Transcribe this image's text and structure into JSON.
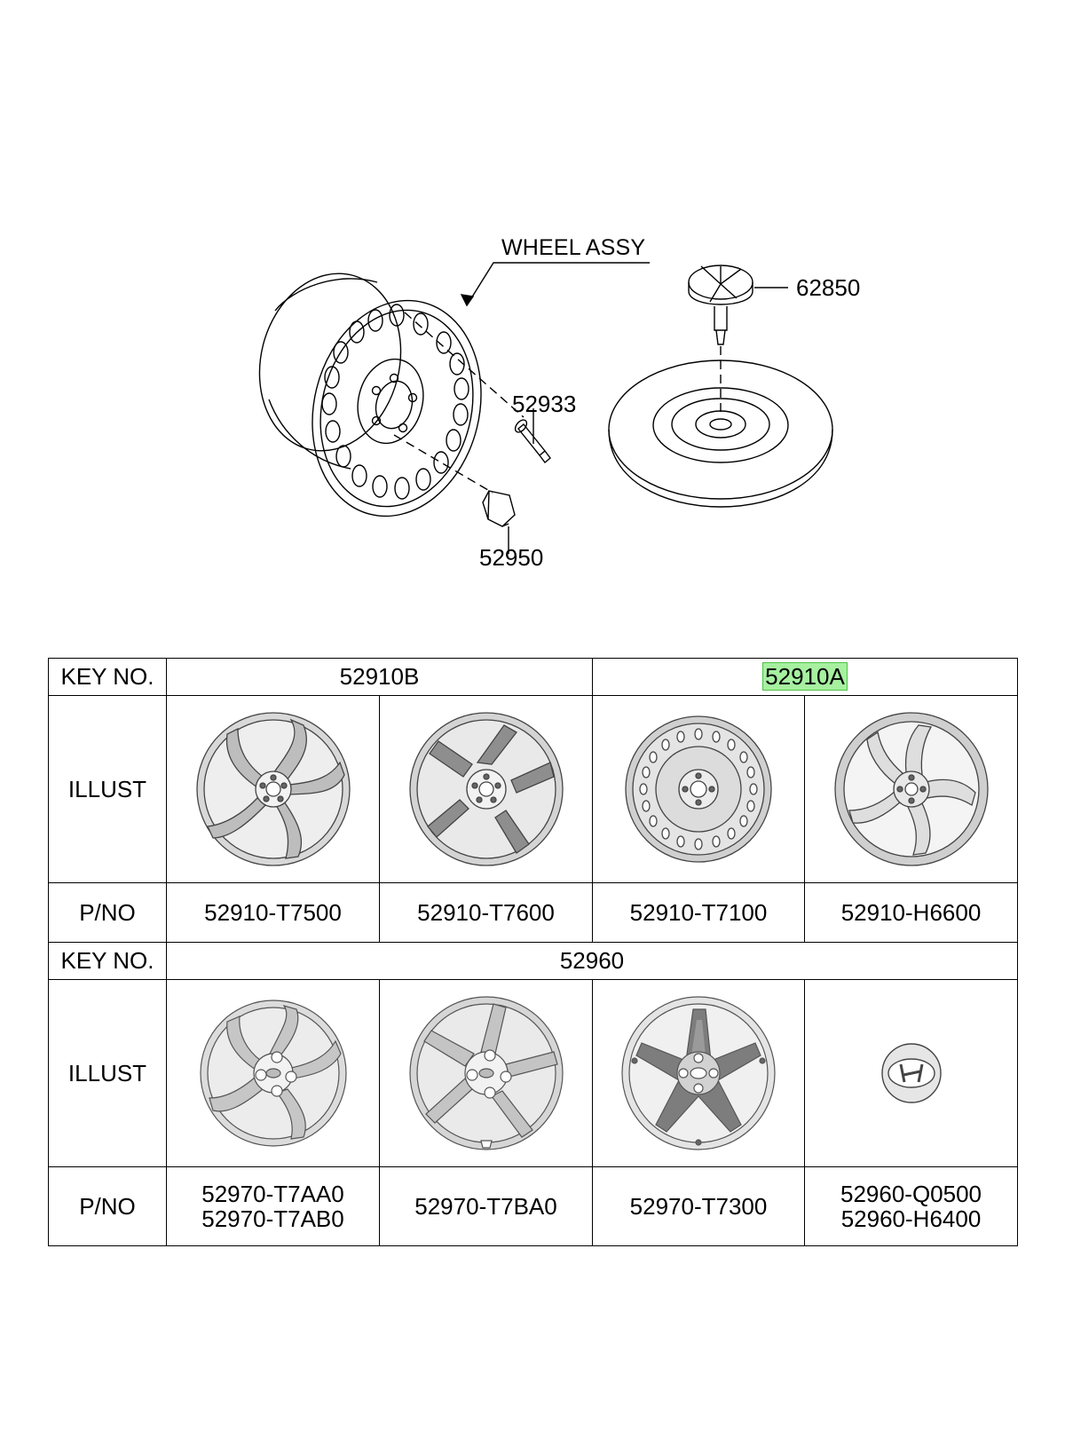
{
  "diagram": {
    "title": "WHEEL ASSY",
    "callouts": {
      "cap": "62850",
      "valve": "52933",
      "nut": "52950"
    }
  },
  "table": {
    "row_labels": {
      "key": "KEY NO.",
      "illust": "ILLUST",
      "pno": "P/NO"
    },
    "section1": {
      "key_groups": [
        "52910B",
        "52910A"
      ],
      "highlighted_key": "52910A",
      "wheels": [
        {
          "icon": "alloy-wheel-twisted-spoke-icon",
          "pno": [
            "52910-T7500"
          ]
        },
        {
          "icon": "alloy-wheel-split-spoke-icon",
          "pno": [
            "52910-T7600"
          ]
        },
        {
          "icon": "steel-wheel-icon",
          "pno": [
            "52910-T7100"
          ]
        },
        {
          "icon": "five-spoke-wheel-icon",
          "pno": [
            "52910-H6600"
          ]
        }
      ]
    },
    "section2": {
      "key": "52960",
      "covers": [
        {
          "icon": "wheel-cover-swirl-icon",
          "pno": [
            "52970-T7AA0",
            "52970-T7AB0"
          ]
        },
        {
          "icon": "wheel-cover-blade-icon",
          "pno": [
            "52970-T7BA0"
          ]
        },
        {
          "icon": "wheel-cover-star-icon",
          "pno": [
            "52970-T7300"
          ]
        },
        {
          "icon": "hyundai-emblem-icon",
          "pno": [
            "52960-Q0500",
            "52960-H6400"
          ]
        }
      ]
    }
  }
}
